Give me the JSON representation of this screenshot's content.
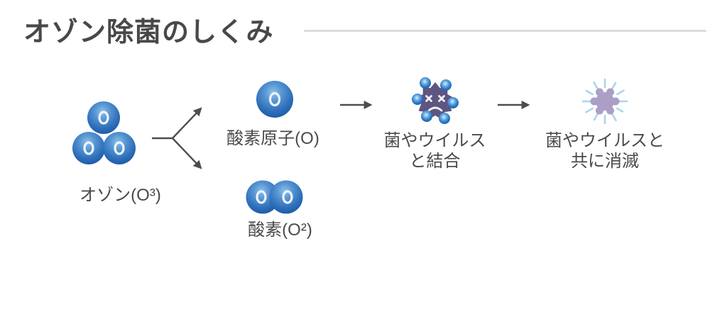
{
  "header": {
    "title": "オゾン除菌のしくみ"
  },
  "diagram": {
    "ozone": {
      "label": "オゾン(O³)",
      "icon": "ozone-molecule-icon"
    },
    "oxygen_atom": {
      "label": "酸素原子(O)",
      "icon": "oxygen-atom-icon"
    },
    "oxygen_molecule": {
      "label": "酸素(O²)",
      "icon": "oxygen-molecule-icon"
    },
    "bind_step": {
      "label_line1": "菌やウイルス",
      "label_line2": "と結合",
      "icon": "virus-bound-icon"
    },
    "vanish_step": {
      "label_line1": "菌やウイルスと",
      "label_line2": "共に消滅",
      "icon": "virus-vanishing-icon"
    }
  },
  "colors": {
    "oxygen_blue_light": "#8ec1ea",
    "oxygen_blue": "#2e6fba",
    "oxygen_blue_dark": "#1e5ca8",
    "virus_purple": "#5e5581",
    "virus_faded_purple": "#ab9fc6",
    "ray_light_blue": "#a9d6ec",
    "arrow_gray": "#4d4d4d",
    "text_gray": "#4a4a4a",
    "title_gray": "#484848",
    "divider_gray": "#dcdcdc",
    "background": "#ffffff"
  }
}
